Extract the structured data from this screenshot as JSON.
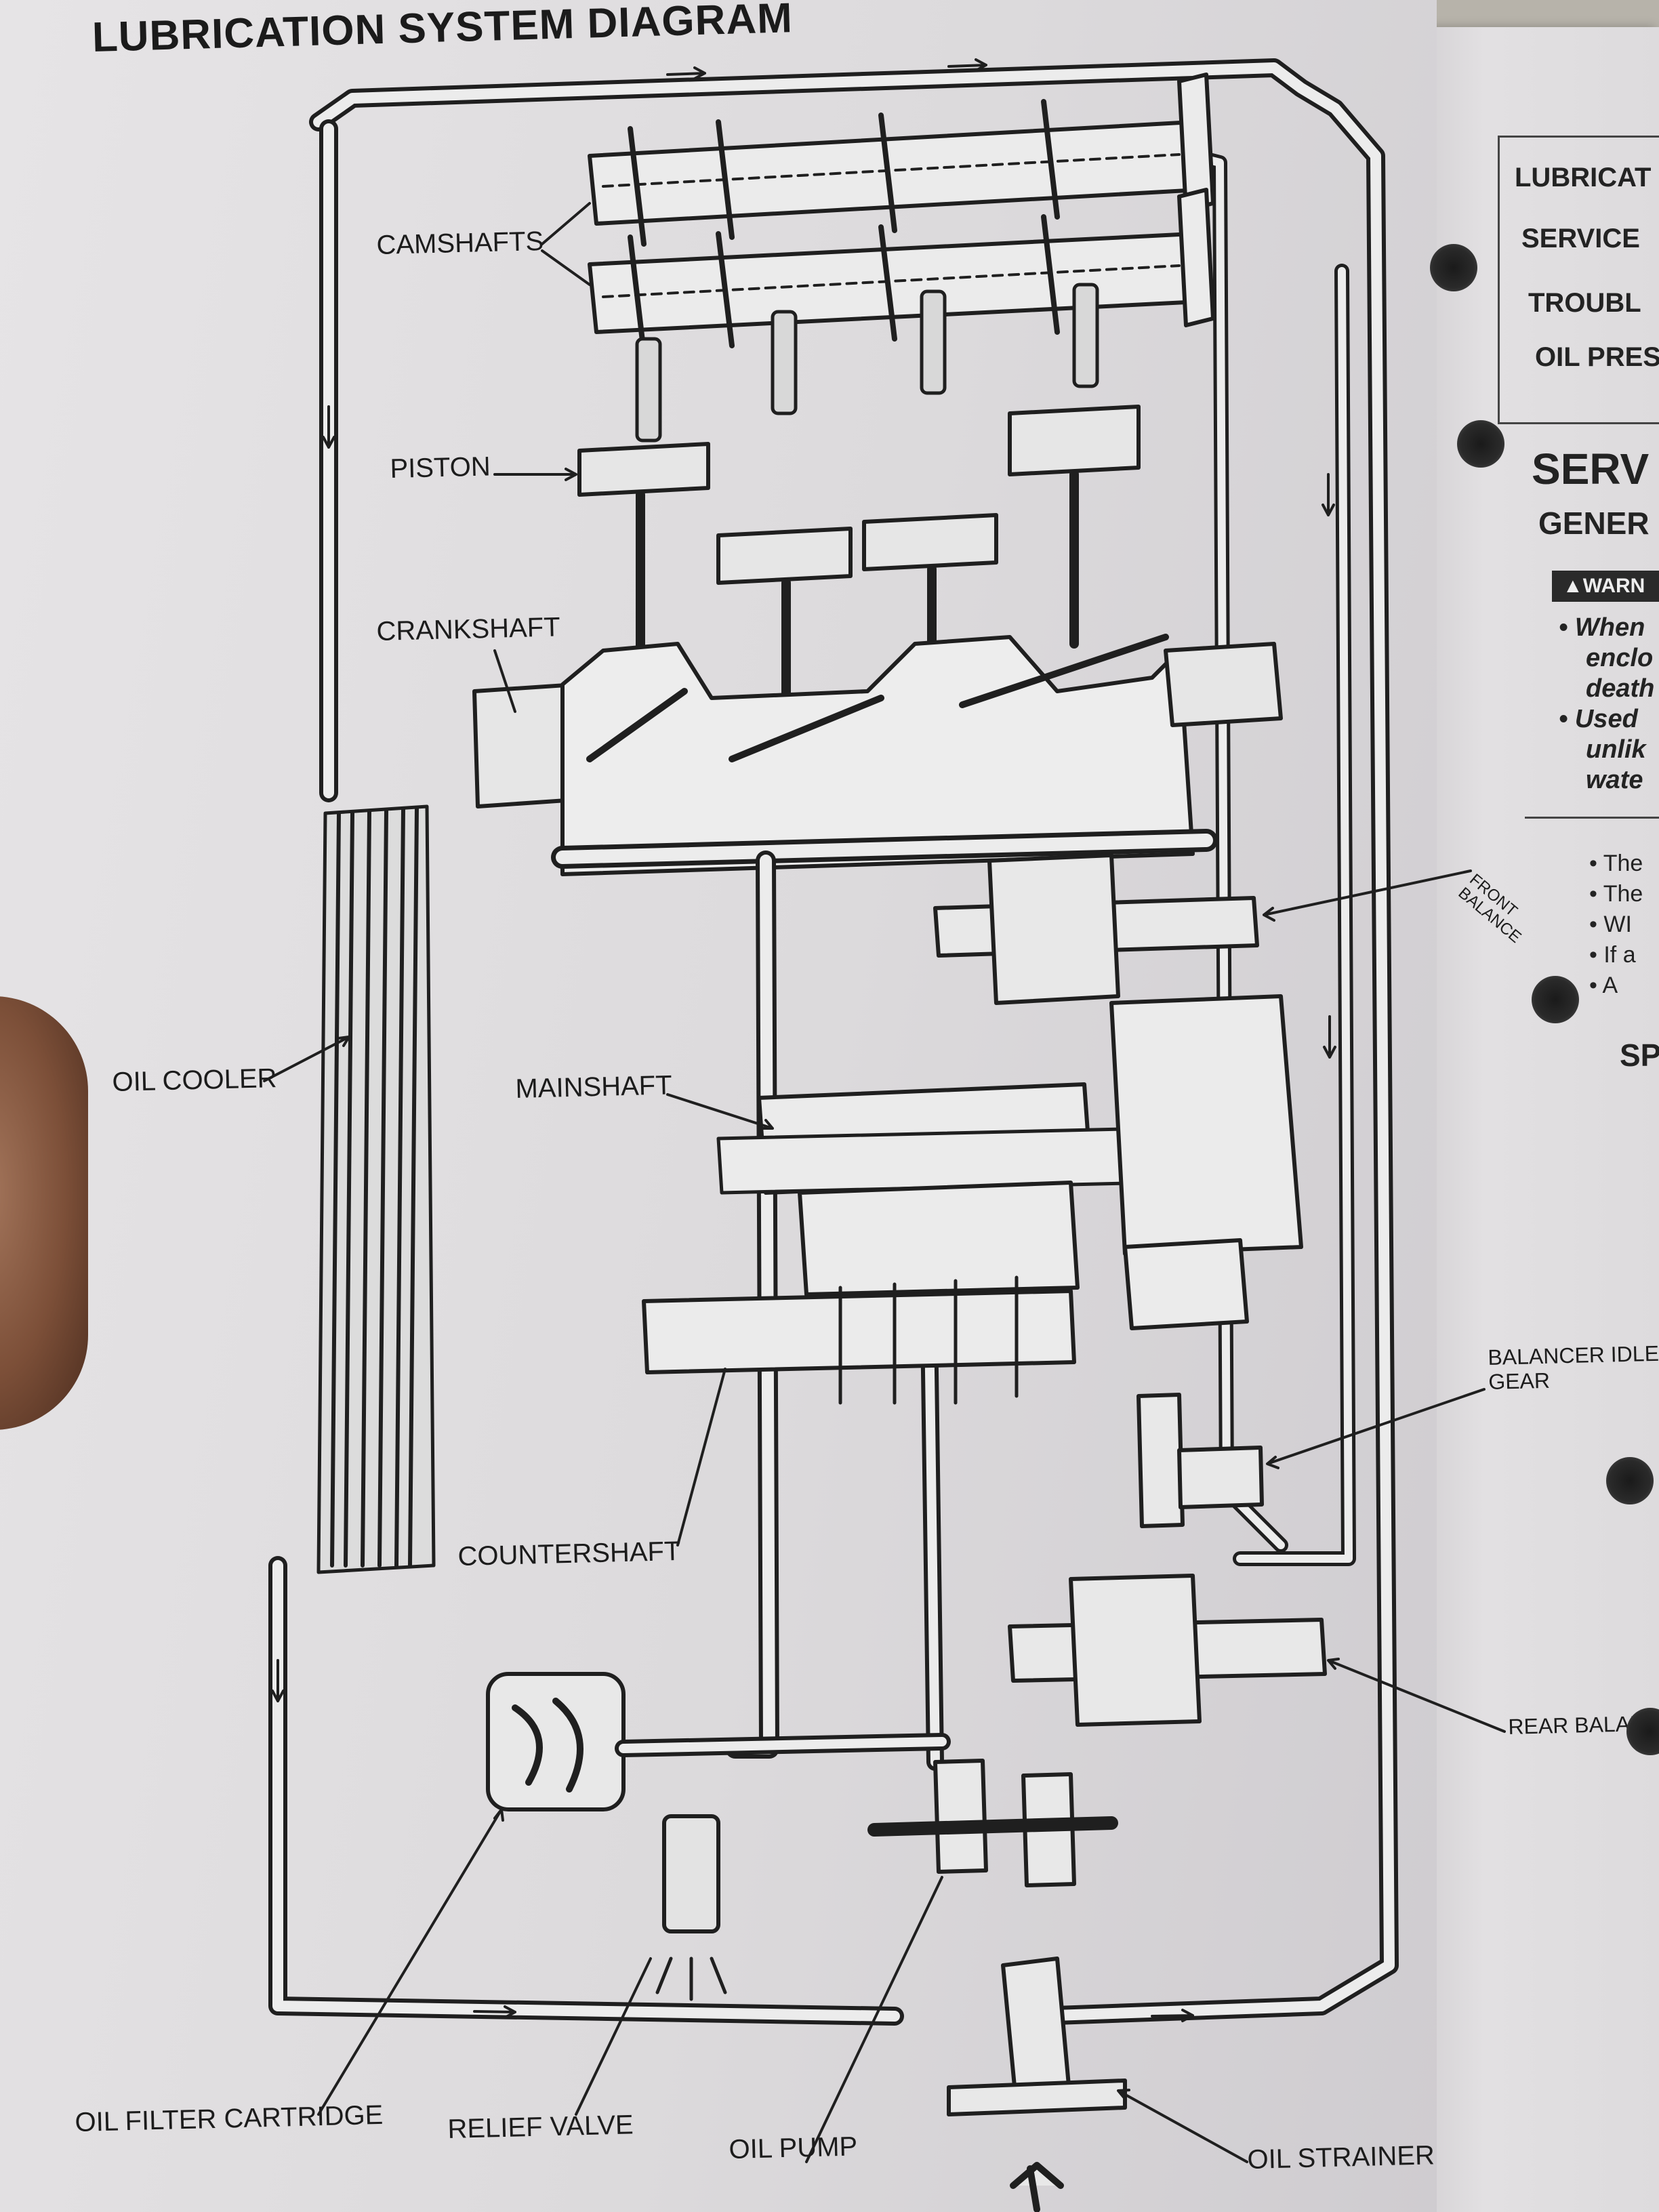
{
  "title": "LUBRICATION SYSTEM DIAGRAM",
  "labels": {
    "camshafts": "CAMSHAFTS",
    "piston": "PISTON",
    "crankshaft": "CRANKSHAFT",
    "front_balancer": "FRONT\nBALANCE",
    "oil_cooler": "OIL COOLER",
    "mainshaft": "MAINSHAFT",
    "balancer_idle_gear": "BALANCER IDLE\nGEAR",
    "countershaft": "COUNTERSHAFT",
    "rear_balancer": "REAR BALANCER",
    "oil_filter_cartridge": "OIL FILTER CARTRIDGE",
    "relief_valve": "RELIEF VALVE",
    "oil_pump": "OIL PUMP",
    "oil_strainer": "OIL STRAINER"
  },
  "side_page": {
    "toc": [
      "LUBRICAT",
      "SERVICE",
      "TROUBL",
      "OIL PRES"
    ],
    "heading_1": "SERV",
    "heading_2": "GENER",
    "warning_badge": "▲WARN",
    "warning_lines": [
      "• When",
      "enclo",
      "death",
      "• Used",
      "unlik",
      "wate"
    ],
    "bullets": [
      "• The",
      "• The",
      "• WI",
      "• If a",
      "• A"
    ],
    "sp": "SP"
  },
  "colors": {
    "ink": "#1f1f1f",
    "paper": "#e2e0e2",
    "pipe_fill": "#ececec"
  }
}
